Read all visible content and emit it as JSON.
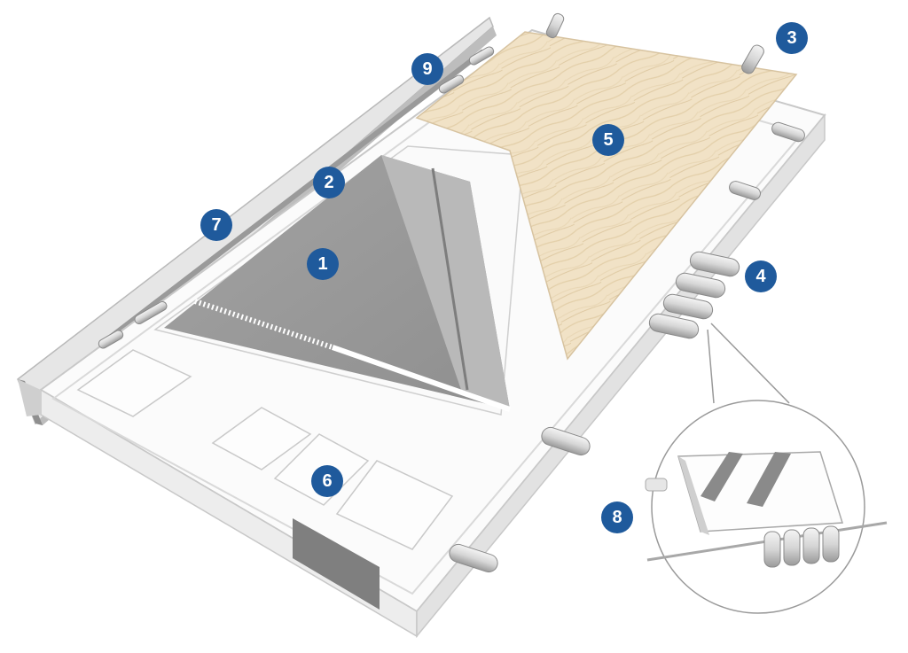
{
  "diagram": {
    "badge_color": "#1f5a9c",
    "badge_text_color": "#ffffff",
    "wood_color": "#f1e2c6",
    "mirror_color": "#9d9d9d",
    "labels": [
      "1",
      "2",
      "3",
      "4",
      "5",
      "6",
      "7",
      "8",
      "9"
    ]
  }
}
